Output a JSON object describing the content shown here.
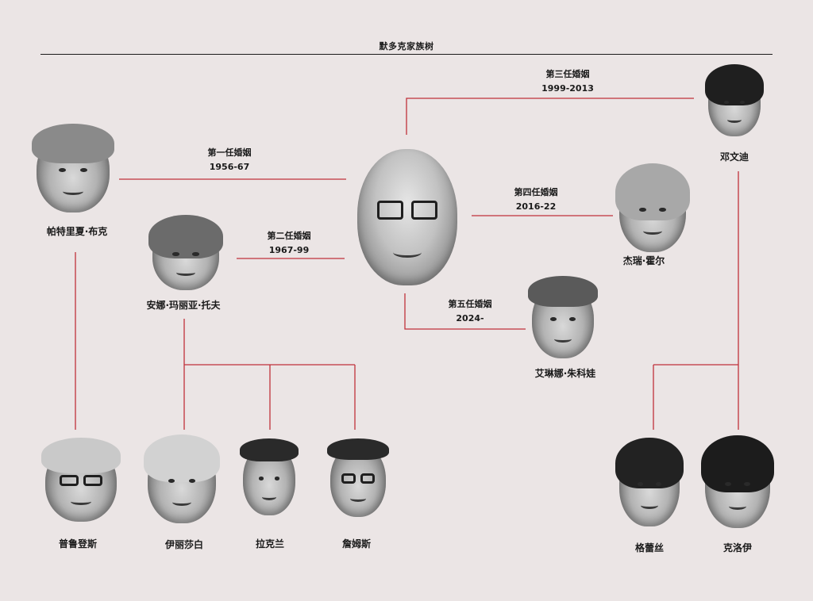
{
  "title": "默多克家族树",
  "people": {
    "center": "",
    "patricia": "帕特里夏·布克",
    "anna": "安娜·玛丽亚·托夫",
    "wendi": "邓文迪",
    "jerry": "杰瑞·霍尔",
    "elena": "艾琳娜·朱科娃",
    "prudence": "普鲁登斯",
    "elisabeth": "伊丽莎白",
    "lachlan": "拉克兰",
    "james": "詹姆斯",
    "grace": "格蕾丝",
    "chloe": "克洛伊"
  },
  "marriages": {
    "first": {
      "label": "第一任婚姻",
      "years": "1956-67"
    },
    "second": {
      "label": "第二任婚姻",
      "years": "1967-99"
    },
    "third": {
      "label": "第三任婚姻",
      "years": "1999-2013"
    },
    "fourth": {
      "label": "第四任婚姻",
      "years": "2016-22"
    },
    "fifth": {
      "label": "第五任婚姻",
      "years": "2024-"
    }
  },
  "colors": {
    "line": "#c0313a",
    "background": "#ebe5e5",
    "text": "#1a1a1a"
  }
}
